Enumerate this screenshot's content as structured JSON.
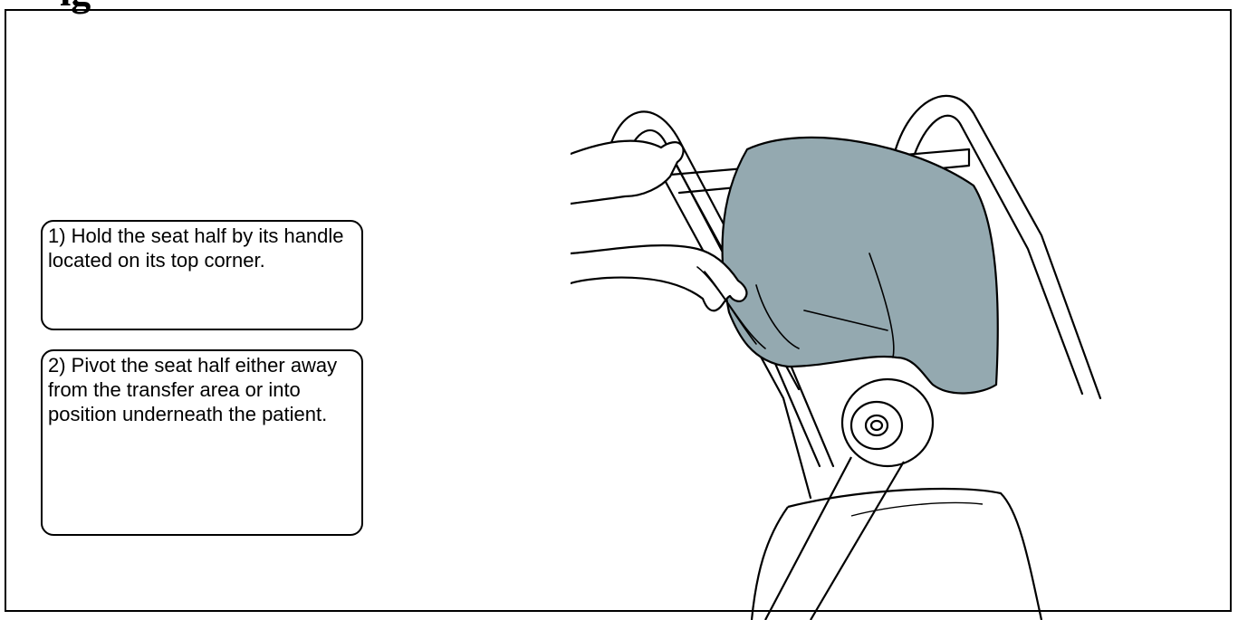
{
  "header": {
    "fragment": "ig"
  },
  "callouts": [
    {
      "text": "1) Hold the seat half by its handle located on its top corner."
    },
    {
      "text": "2) Pivot the seat half either away from the transfer area or into position underneath the patient."
    }
  ],
  "illustration": {
    "seat_color": "#94a9b0",
    "line_color": "#000000"
  }
}
